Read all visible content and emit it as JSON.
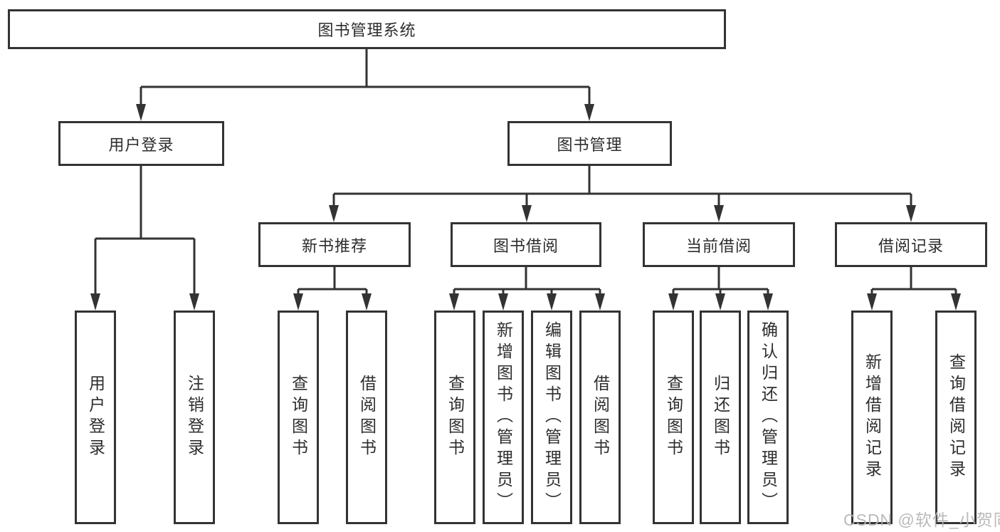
{
  "colors": {
    "line": "#333333",
    "text": "#2d2d2d",
    "watermark": "#b5b5b5",
    "background": "#ffffff"
  },
  "watermark": {
    "text": "CSDN @软件_小贺同学"
  },
  "diagram": {
    "root": {
      "label": "图书管理系统",
      "children": [
        {
          "label": "用户登录",
          "children": [
            {
              "label": "用户登录"
            },
            {
              "label": "注销登录"
            }
          ]
        },
        {
          "label": "图书管理",
          "children": [
            {
              "label": "新书推荐",
              "children": [
                {
                  "label": "查询图书"
                },
                {
                  "label": "借阅图书"
                }
              ]
            },
            {
              "label": "图书借阅",
              "children": [
                {
                  "label": "查询图书"
                },
                {
                  "label": "新增图书（管理员）"
                },
                {
                  "label": "编辑图书（管理员）"
                },
                {
                  "label": "借阅图书"
                }
              ]
            },
            {
              "label": "当前借阅",
              "children": [
                {
                  "label": "查询图书"
                },
                {
                  "label": "归还图书"
                },
                {
                  "label": "确认归还（管理员）"
                }
              ]
            },
            {
              "label": "借阅记录",
              "children": [
                {
                  "label": "新增借阅记录"
                },
                {
                  "label": "查询借阅记录"
                }
              ]
            }
          ]
        }
      ]
    }
  }
}
